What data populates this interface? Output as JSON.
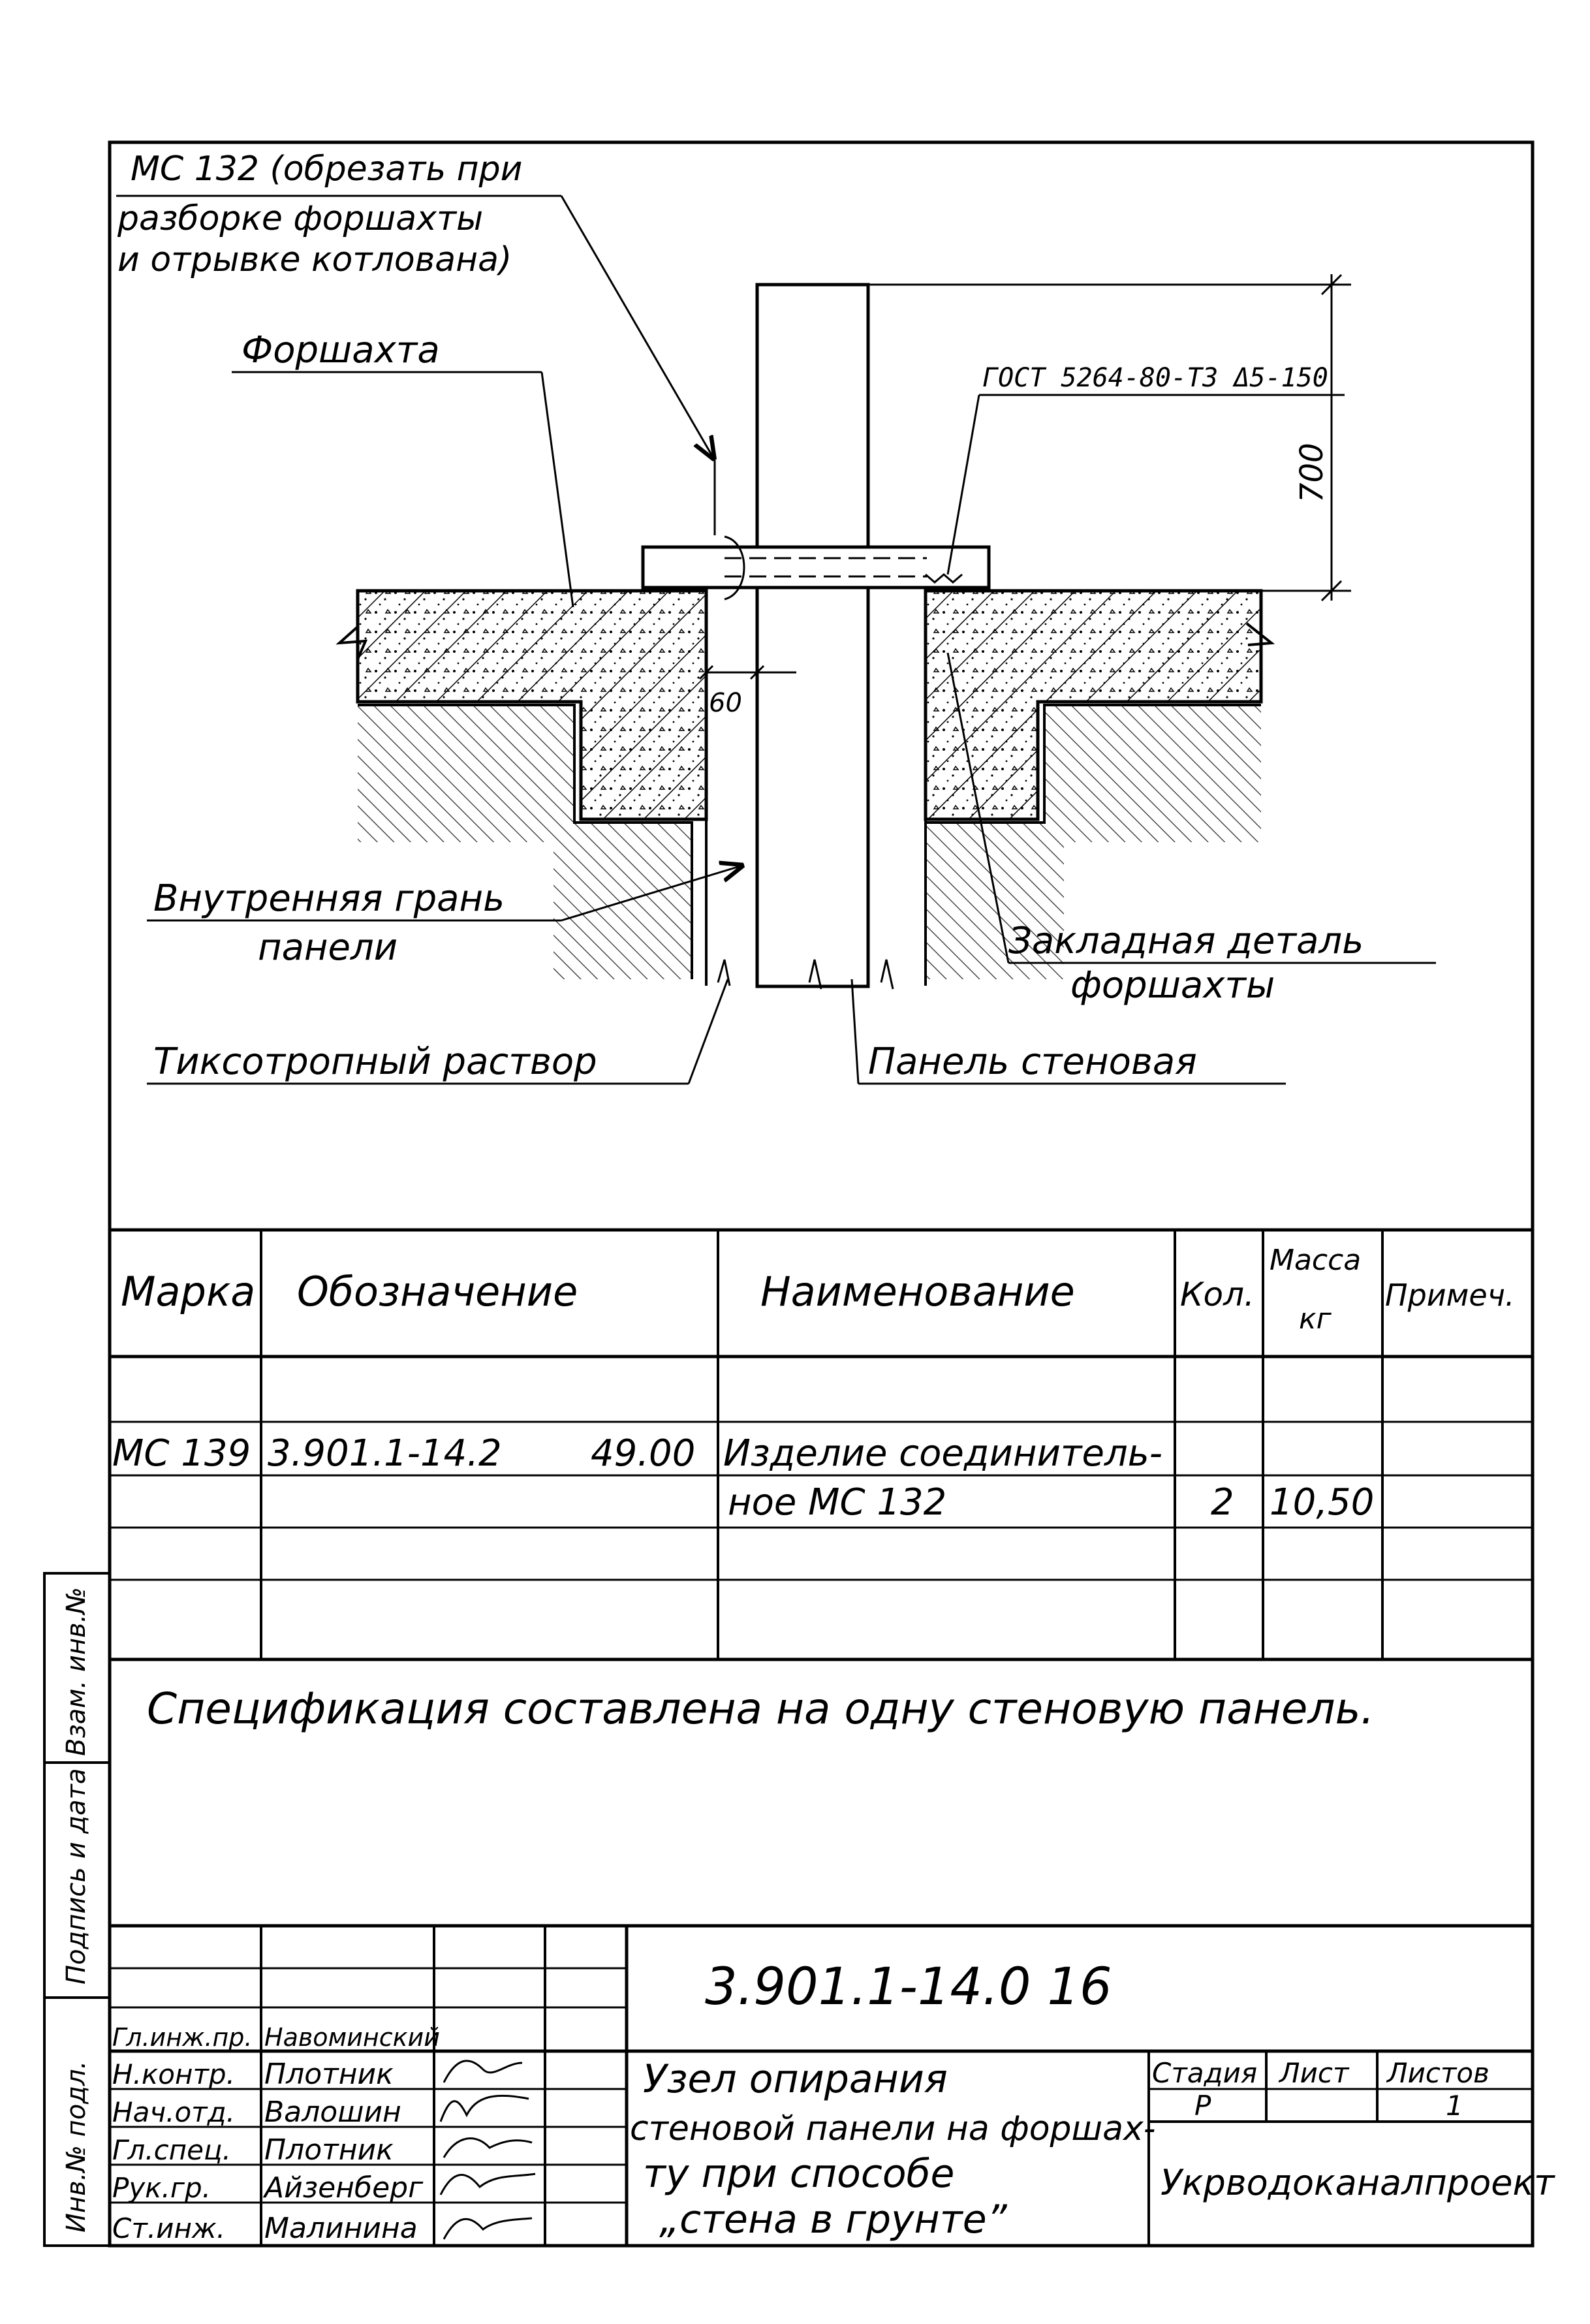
{
  "drawing": {
    "label_mc132_l1": "МС 132 (обрезать при",
    "label_mc132_l2": "разборке форшахты",
    "label_mc132_l3": "и отрывке котлована)",
    "label_forshakhta": "Форшахта",
    "label_gost": "ГОСТ 5264-80-Т3 Δ5-150",
    "dim_700": "700",
    "dim_60": "60",
    "label_inner_face_l1": "Внутренняя грань",
    "label_inner_face_l2": "панели",
    "label_embedded_l1": "Закладная деталь",
    "label_embedded_l2": "форшахты",
    "label_thixo": "Тиксотропный раствор",
    "label_panel": "Панель стеновая"
  },
  "spec": {
    "headers": {
      "mark": "Марка",
      "designation": "Обозначение",
      "name": "Наименование",
      "qty": "Кол.",
      "mass_l1": "Масса",
      "mass_l2": "кг",
      "note": "Примеч."
    },
    "row1": {
      "mark": "МС 139",
      "designation": "3.901.1-14.2",
      "sheet": "49.00",
      "name_l1": "Изделие соединитель-",
      "name_l2": "ное МС 132",
      "qty": "2",
      "mass": "10,50"
    },
    "note": "Спецификация составлена на одну стеновую панель."
  },
  "side_stamp": {
    "inv_orig": "Инв.№ подл.",
    "sign_date": "Подпись и дата",
    "inv_repl": "Взам. инв.№"
  },
  "title_block": {
    "code": "3.901.1-14.0  16",
    "roles": [
      "Гл.инж.пр.",
      "Н.контр.",
      "Нач.отд.",
      "Гл.спец.",
      "Рук.гр.",
      "Ст.инж."
    ],
    "names": [
      "Навоминский",
      "Плотник",
      "Валошин",
      "Плотник",
      "Айзенберг",
      "Малинина"
    ],
    "title_l1": "Узел  опирания",
    "title_l2": "стеновой панели на форшах-",
    "title_l3": "ту при способе",
    "title_l4": "„стена в грунте”",
    "stage_label": "Стадия",
    "sheet_label": "Лист",
    "sheets_label": "Листов",
    "stage": "Р",
    "sheets": "1",
    "org": "Укрводоканалпроект"
  }
}
